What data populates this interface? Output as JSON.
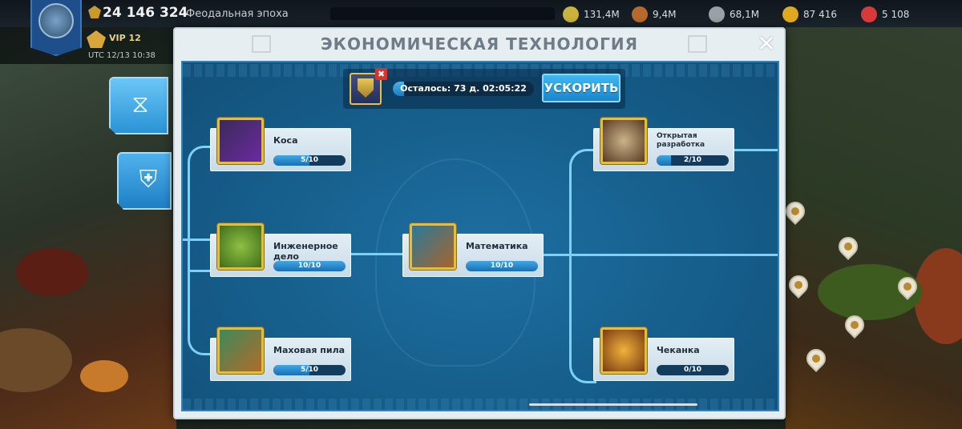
{
  "hud": {
    "power": "24 146 324",
    "era": "Феодальная эпоха",
    "vip": "VIP 12",
    "utc": "UTC 12/13 10:38",
    "resources": [
      {
        "icon": "corn-icon",
        "value": "131,4M",
        "color": "#c9b33b"
      },
      {
        "icon": "wood-icon",
        "value": "9,4M",
        "color": "#b86a2c"
      },
      {
        "icon": "stone-icon",
        "value": "68,1M",
        "color": "#9aa1a6"
      },
      {
        "icon": "gold-icon",
        "value": "87 416",
        "color": "#e0a81e"
      },
      {
        "icon": "gem-icon",
        "value": "5 108",
        "color": "#d83a3a"
      }
    ]
  },
  "side_tabs": [
    {
      "icon": "economy-scroll-icon",
      "active": true
    },
    {
      "icon": "military-shield-icon",
      "active": false
    }
  ],
  "dialog": {
    "title": "ЭКОНОМИЧЕСКАЯ ТЕХНОЛОГИЯ",
    "close_icon": "close-icon"
  },
  "research": {
    "icon": "shield-tech-icon",
    "timer_label": "Осталось: 73 д. 02:05:22",
    "progress": 0.08,
    "speedup_label": "УСКОРИТЬ"
  },
  "techs": {
    "scythe": {
      "name": "Коса",
      "level": "5/10",
      "progress": 0.5,
      "icon": "scythe-icon"
    },
    "engineering": {
      "name": "Инженерное дело",
      "level": "10/10",
      "progress": 1.0,
      "icon": "gears-icon"
    },
    "flywheel_saw": {
      "name": "Маховая пила",
      "level": "5/10",
      "progress": 0.5,
      "icon": "saw-icon"
    },
    "mathematics": {
      "name": "Математика",
      "level": "10/10",
      "progress": 1.0,
      "icon": "abacus-icon"
    },
    "open_pit": {
      "name": "Открытая разработка",
      "level": "2/10",
      "progress": 0.2,
      "icon": "quarry-icon"
    },
    "minting": {
      "name": "Чеканка",
      "level": "0/10",
      "progress": 0.0,
      "icon": "minting-icon"
    }
  },
  "colors": {
    "board_blue": "#17618f",
    "line": "#7fd0f6",
    "icon_frame": "#e2be3c",
    "speedup": "#1885cc"
  }
}
